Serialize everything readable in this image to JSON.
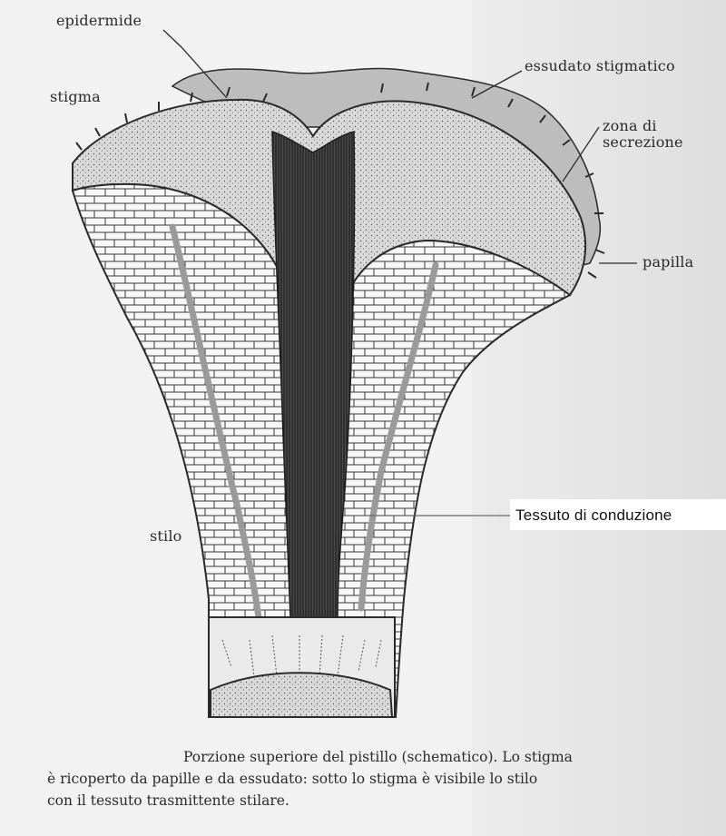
{
  "labels": {
    "epidermide": "epidermide",
    "essudato": "essudato stigmatico",
    "stigma": "stigma",
    "zona_line1": "zona di",
    "zona_line2": "secrezione",
    "papilla": "papilla",
    "tessuto": "Tessuto di conduzione",
    "stilo": "stilo"
  },
  "caption": {
    "line1": "Porzione superiore del pistillo (schematico). Lo stigma",
    "line2": "è ricoperto da papille e da essudato: sotto lo stigma è visibile lo stilo",
    "line3": "con il tessuto trasmittente stilare."
  },
  "colors": {
    "paper": "#f2f2f2",
    "exudate": "#bdbdbd",
    "stigma_zone": "#d6d6d6",
    "cells": "#f7f7f7",
    "conducting_tissue": "#3a3a3a",
    "ink": "#2a2a2a"
  }
}
